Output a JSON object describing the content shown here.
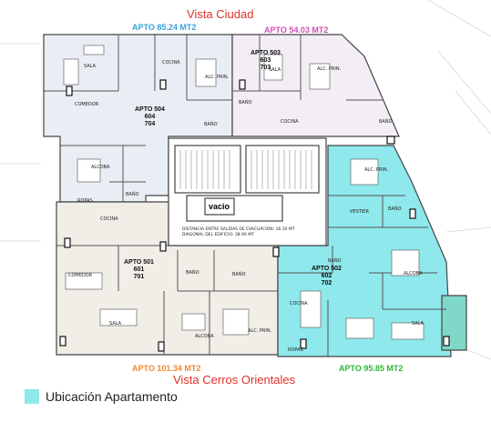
{
  "labels": {
    "view_top": "Vista Ciudad",
    "view_bottom": "Vista Cerros Orientales",
    "area_504": "APTO  85.24 MT2",
    "area_503": "APTO  54.03 MT2",
    "area_501": "APTO  101.34 MT2",
    "area_502": "APTO  95.85 MT2",
    "vacio": "vacio",
    "note_line1": "DISTANCIA ENTRE SALIDAS DE EVACUACION: 16.30 MT",
    "note_line2": "DIAGONAL DEL EDIFICIO: 38.90 MT"
  },
  "apartments": {
    "apto_504": [
      "APTO 504",
      "604",
      "704"
    ],
    "apto_503": [
      "APTO 503",
      "603",
      "703"
    ],
    "apto_501": [
      "APTO 501",
      "601",
      "701"
    ],
    "apto_502": [
      "APTO 502",
      "602",
      "702"
    ]
  },
  "rooms": {
    "sala_504": "SALA",
    "cocina_504": "COCINA",
    "comedor_504": "COMEDOR",
    "alc_prin_504": "ALC. PRIN.",
    "bano_504": "BAÑO",
    "alcoba_504": "ALCOBA",
    "bano_504b": "BAÑO",
    "ropas_504": "ROPAS",
    "sala_503": "SALA",
    "alc_prin_503": "ALC. PRIN.",
    "bano_503": "BAÑO",
    "cocina_503": "COCINA",
    "bano_503b": "BAÑO",
    "cocina_501": "COCINA",
    "comedor_501": "COMEDOR",
    "bano_501": "BAÑO",
    "bano_501b": "BAÑO",
    "sala_501": "SALA",
    "alcoba_501": "ALCOBA",
    "alc_prin_501": "ALC. PRIN.",
    "alc_prin_502": "ALC. PRIN.",
    "vestier_502": "VESTIER",
    "bano_502": "BAÑO",
    "bano_502b": "BAÑO",
    "cocina_502": "COCINA",
    "alcoba_502": "ALCOBA",
    "sala_502": "SALA",
    "ropas_502": "ROPAS"
  },
  "legend": {
    "label": "Ubicación Apartamento",
    "color": "#8ee8ec"
  },
  "colors": {
    "view_text": "#e0302a",
    "area_504": "#3aa0d8",
    "area_503": "#d050b0",
    "area_501": "#f08a30",
    "area_502": "#28b838",
    "highlight": "#8ee8ec"
  }
}
